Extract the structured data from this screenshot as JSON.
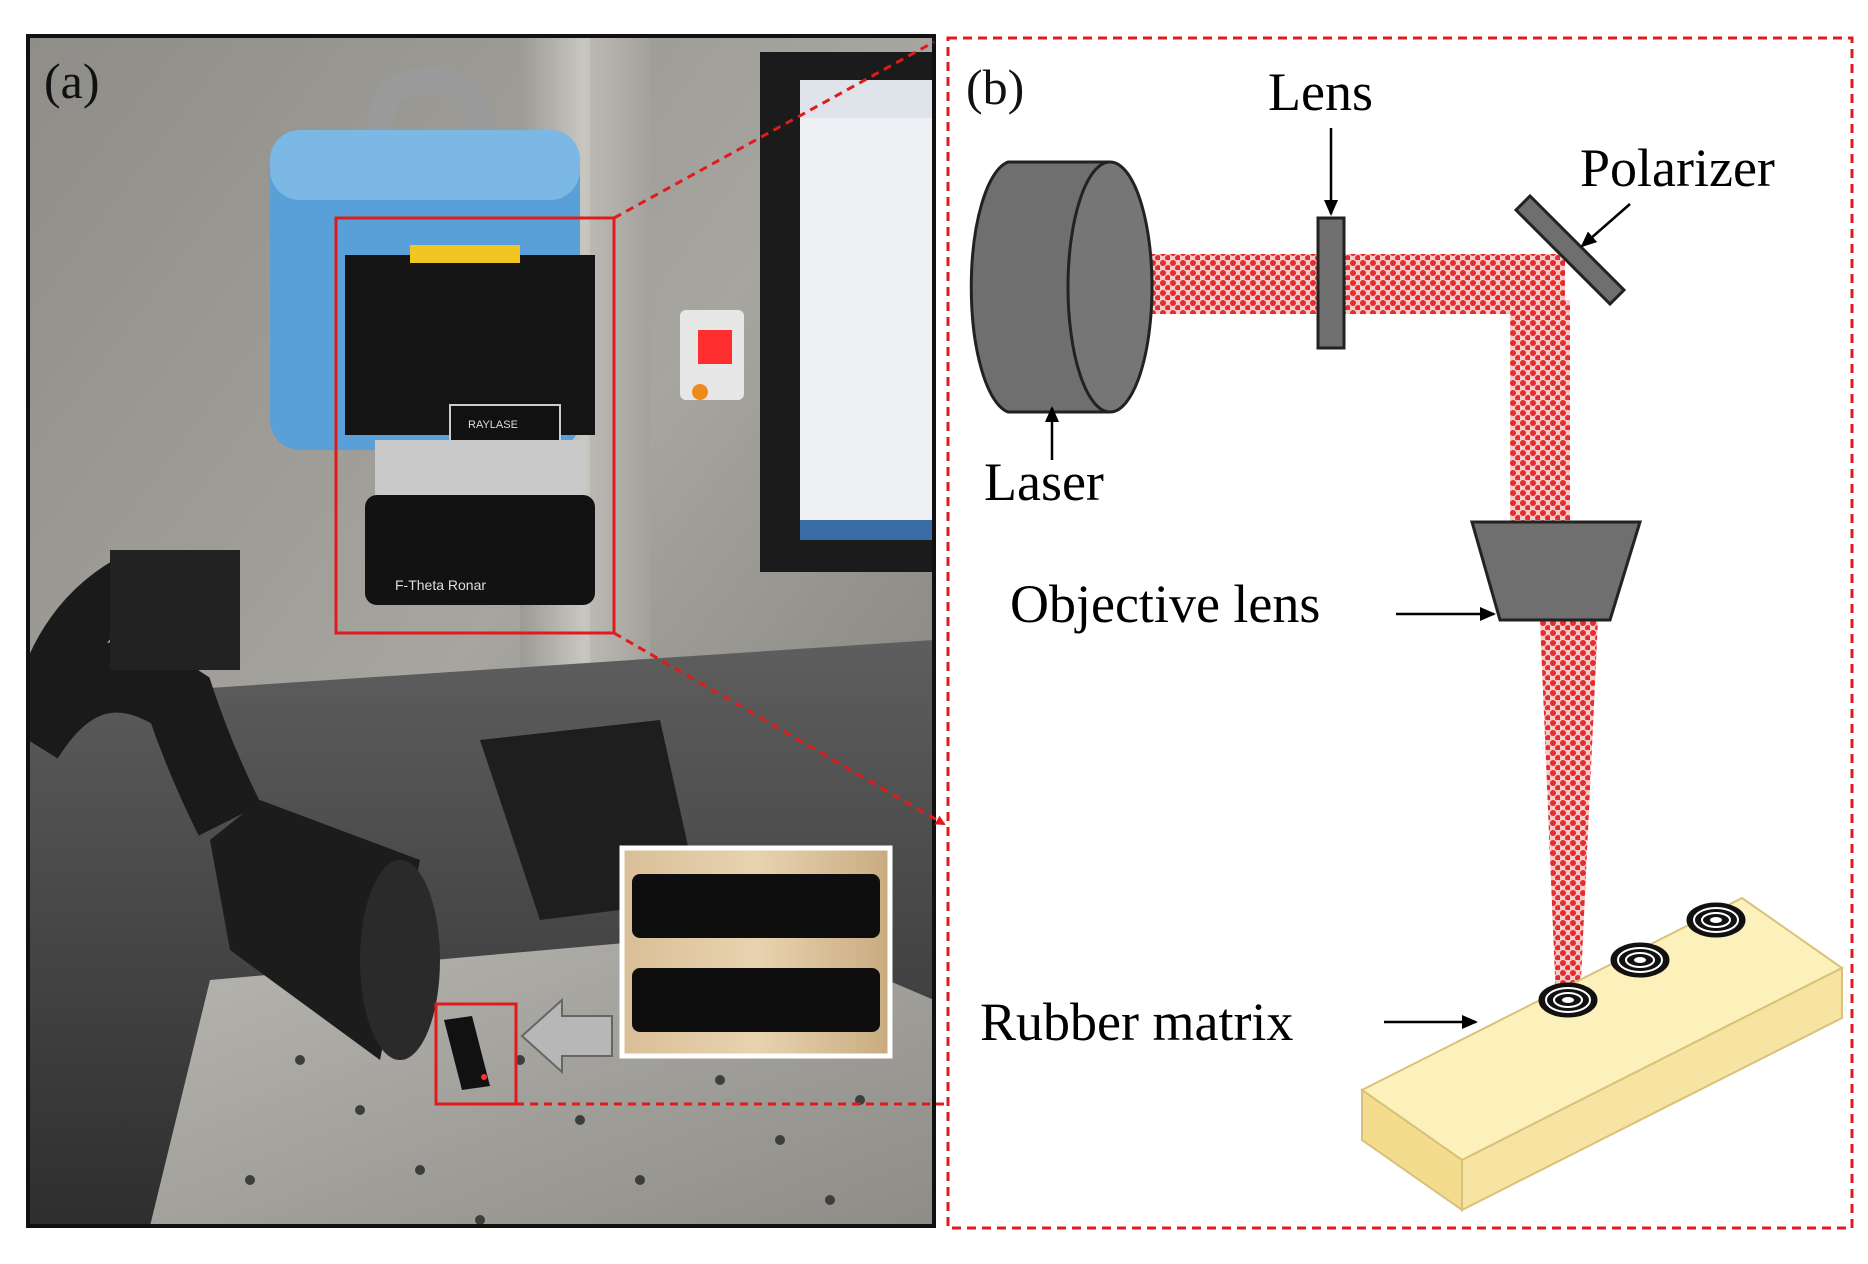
{
  "panel_a": {
    "label": "(a)",
    "head_brand": "RAYLASE",
    "head_lens_text": "F-Theta Ronar"
  },
  "panel_b": {
    "label": "(b)",
    "components": {
      "lens": "Lens",
      "polarizer": "Polarizer",
      "laser": "Laser",
      "objective": "Objective lens",
      "matrix": "Rubber matrix"
    }
  },
  "colors": {
    "beam": "#e52b2b",
    "dash": "#e01b1b",
    "component_fill": "#6f6f6f",
    "sample_top": "#fdf1bb",
    "sample_side": "#f3dc8e"
  }
}
